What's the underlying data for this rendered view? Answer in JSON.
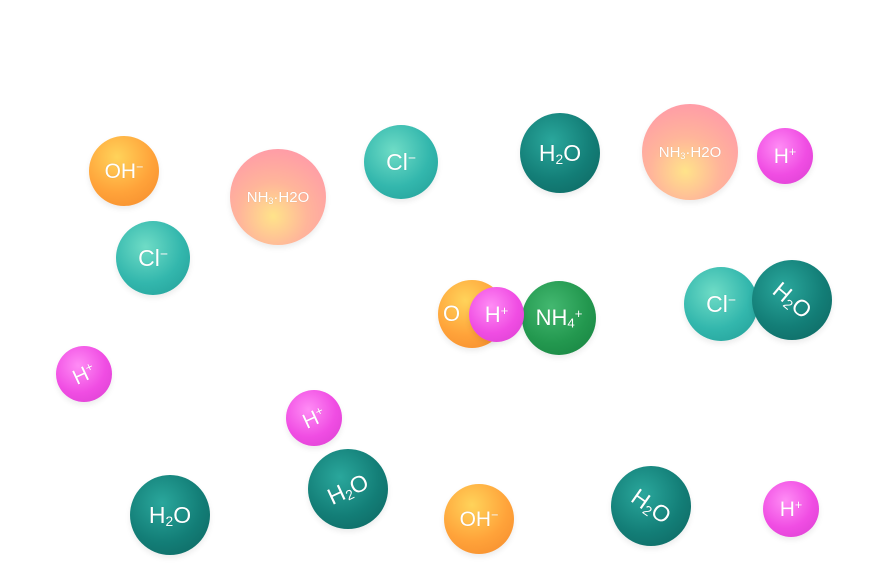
{
  "species": {
    "h2o": {
      "base": "H",
      "sub": "2",
      "tail": "O",
      "color": "#137e77"
    },
    "cl": {
      "base": "Cl",
      "sup": "−",
      "color": "#33b7ad"
    },
    "h": {
      "base": "H",
      "sup": "+",
      "color": "#f04de3"
    },
    "oh": {
      "base": "OH",
      "sup": "−",
      "color": "#ffa33a"
    },
    "nh3h2o": {
      "base": "NH",
      "sub": "3",
      "tail": "·H2O",
      "color": "#ff9fae"
    },
    "nh4": {
      "base": "NH",
      "sub": "4",
      "sup": "+",
      "color": "#23984f"
    }
  },
  "partial_oh": {
    "base": "O"
  }
}
